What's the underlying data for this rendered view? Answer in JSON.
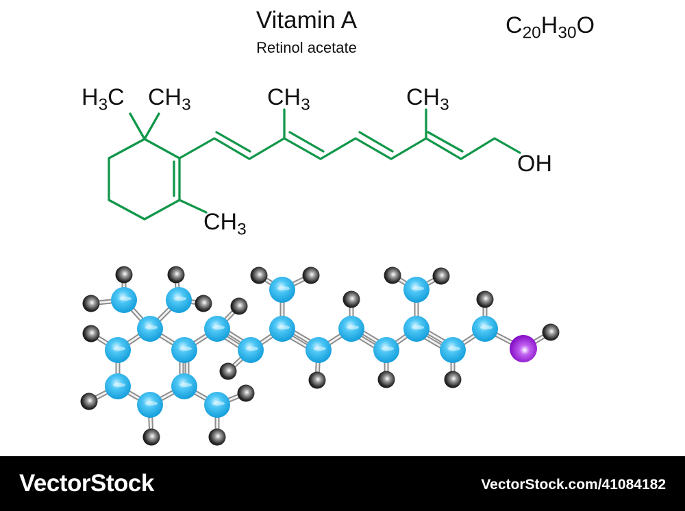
{
  "header": {
    "title": "Vitamin A",
    "subtitle": "Retinol acetate",
    "formula": {
      "c": "C",
      "c_count": "20",
      "h": "H",
      "h_count": "30",
      "o": "O"
    }
  },
  "structure_labels": {
    "gem_methyl_left": {
      "main": "H",
      "sub": "3",
      "tail": "C"
    },
    "gem_methyl_right": {
      "main": "CH",
      "sub": "3"
    },
    "chain_methyl_1": {
      "main": "CH",
      "sub": "3"
    },
    "chain_methyl_2": {
      "main": "CH",
      "sub": "3"
    },
    "ring_methyl": {
      "main": "CH",
      "sub": "3"
    },
    "hydroxyl": "OH"
  },
  "colors": {
    "bond": "#11974a",
    "carbon": "#1aaef0",
    "hydrogen": "#1a1a1a",
    "oxygen": "#8a0ccc",
    "footer": "#000000"
  },
  "footer": {
    "brand": "VectorStock",
    "image_id": "VectorStock.com/41084182"
  }
}
